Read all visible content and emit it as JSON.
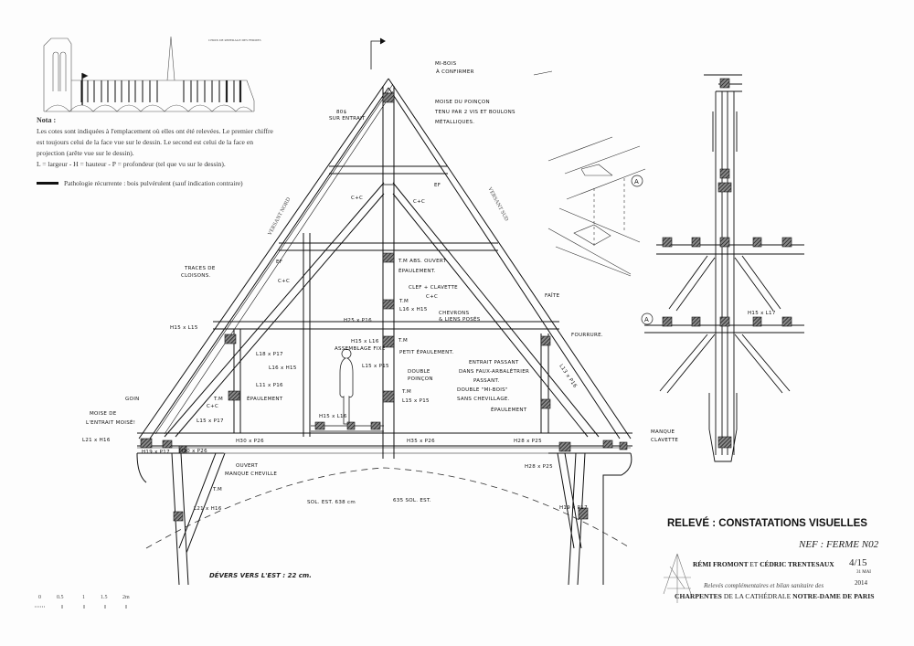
{
  "key_plan": {
    "caption": "CHOIX DE REPERAGE DES FERMES"
  },
  "nota": {
    "title": "Nota :",
    "lines": [
      "Les cotes sont indiquées à l'emplacement où elles ont été relevées. Le premier chiffre est toujours celui de la face vue sur le dessin. Le second est celui de la face en projection (arête vue sur le dessin).",
      "L = largeur - H = hauteur - P = profondeur (tel que vu sur le dessin)."
    ],
    "legend": "Pathologie récurrente : bois pulvérulent (sauf indication contraire)"
  },
  "labels": {
    "versant_nord": "VERSANT NORD",
    "versant_sud": "VERSANT SUD",
    "mi_bois": "MI-BOIS",
    "a_confirmer": "À CONFIRMER",
    "moise_poincon_1": "MOISE DU POINÇON",
    "moise_poincon_2": "TENU PAR 2 VIS ET BOULONS",
    "moise_poincon_3": "MÉTALLIQUES.",
    "faitage": "80$",
    "sur_entrait": "SUR ENTRAIT",
    "traces_1": "TRACES DE",
    "traces_2": "CLOISONS.",
    "h15l15": "H15 x L15",
    "cc": "C+C",
    "ef": "EF",
    "tm_abs": "T.M ABS. OUVERT",
    "epaulement": "ÉPAULEMENT.",
    "clef": "CLEF + CLAVETTE",
    "tm": "T.M",
    "l16h15": "L16 x H15",
    "h25p16": "H25 x P16",
    "chevrons_1": "CHEVRONS",
    "chevrons_2": "& LIENS POSÉS",
    "h15l16": "H15 x L16",
    "assemblage": "ASSEMBLAGE FIXÉ",
    "petit_epaulement": "PETIT ÉPAULEMENT.",
    "l15p15": "L15 x P15",
    "double_poincon_1": "DOUBLE",
    "double_poincon_2": "POINÇON",
    "entrait_1": "ENTRAIT PASSANT",
    "entrait_2": "DANS FAUX-ARBALÉTRIER",
    "entrait_3": "PASSANT.",
    "entrait_4": "DOUBLE \"MI-BOIS\"",
    "entrait_5": "SANS CHEVILLAGE.",
    "faite": "FAÎTE",
    "fourrure": "FOURRURE.",
    "l18p17": "L18 x P17",
    "l13p16": "L13 x P16",
    "l11p16": "L11 x P16",
    "epaulement2": "ÉPAULEMENT",
    "goin": "GOIN",
    "moise_entrait_1": "MOISE DE",
    "moise_entrait_2": "L'ENTRAIT MOISÉ!",
    "l15p17": "L15 x P17",
    "l21h16": "L21 x H16",
    "h30p26": "H30 x P26",
    "h35p26": "H35 x P26",
    "h28p25": "H28 x P25",
    "h19p17": "H19 x P17",
    "ouvert": "OUVERT",
    "manque_cheville": "MANQUE CHEVILLE",
    "h30p26b": "H30 x P26",
    "sol_est": "SOL. EST. 638 cm",
    "sol_est2": "635 SOL. EST.",
    "h15l17": "H15 x L17",
    "marque_a": "A",
    "manque_clavette_1": "MANQUE",
    "manque_clavette_2": "CLAVETTE"
  },
  "devers_note": "DÉVERS VERS L'EST : 22 cm.",
  "scale_bar": {
    "ticks": [
      "0",
      "0.5",
      "1",
      "1.5",
      "2m"
    ]
  },
  "title_block": {
    "title": "RELEVÉ : CONSTATATIONS VISUELLES",
    "subtitle": "NEF : FERME N02",
    "author1": "RÉMI FROMONT",
    "and": "ET",
    "author2": "CÉDRIC TRENTESAUX",
    "page": "4/15",
    "date": "31 MAI",
    "year": "2014",
    "description": "Relevés complémentaires et bilan sanitaire des",
    "project_1": "CHARPENTES",
    "project_2": "DE LA CATHÉDRALE",
    "project_3": "NOTRE-DAME DE PARIS"
  }
}
